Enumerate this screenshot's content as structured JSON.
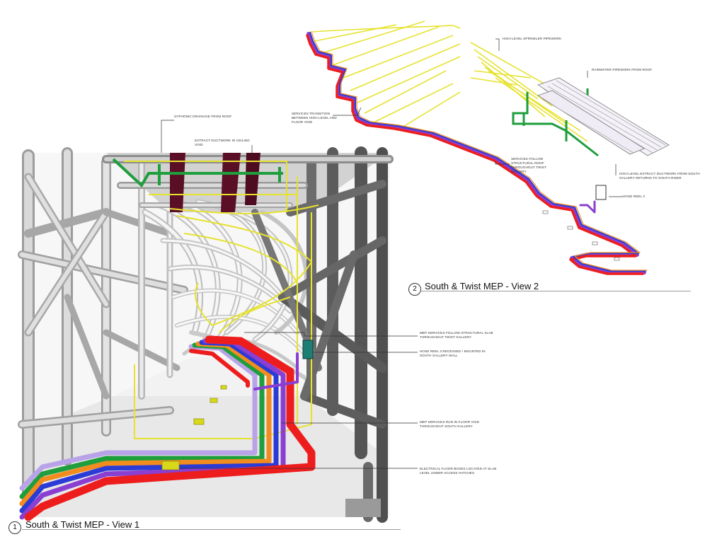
{
  "views": [
    {
      "number": "1",
      "title": "South & Twist MEP - View 1"
    },
    {
      "number": "2",
      "title": "South & Twist MEP - View 2"
    }
  ],
  "callouts": {
    "siphonic_drainage": "Syphonic drainage from roof",
    "extract_ductwork": "Extract ductwork in ceiling void",
    "high_level_sprinkler": "High level sprinkler pipework",
    "rainwater_pipework": "Rainwater pipework from roof",
    "services_transition": "Services transition between high level and floor void",
    "services_follow_roof": "Services follow structural roof throughout twist gallery",
    "high_level_extract": "High level extract ductwork from south gallery returns to south riser",
    "hose_reel_v2": "Hose reel 3",
    "mep_follow_slab": "MEP services follow structural slab throughout twist gallery",
    "hose_reel_v1": "Hose reel 3 recessed / mounted in south gallery wall",
    "mep_floor_void": "MEP services run in floor void throughout south gallery",
    "electrical_floor_boxes": "Electrical floor boxes located at slab level under access hatches"
  },
  "colors": {
    "structure_light": "#ededed",
    "structure_mid": "#bdbdbd",
    "structure_dark": "#5f5f5f",
    "sprinkler": "#e6e22e",
    "service_red": "#ee1d1d",
    "service_blue": "#2b3bd6",
    "service_purple": "#8a3fd1",
    "service_orange": "#f28c1e",
    "service_green": "#1e9e3c",
    "service_lavender": "#b9a3e8",
    "duct_maroon": "#5a0f26",
    "hose_reel_teal": "#1f7e74",
    "floor_box": "#d9d91a"
  }
}
